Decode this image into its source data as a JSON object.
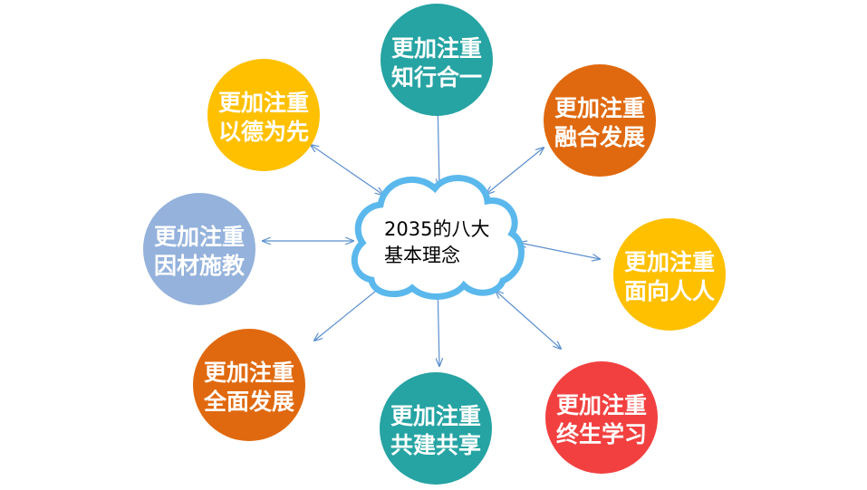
{
  "center": {
    "line1": "2035的八大",
    "line2": "基本理念",
    "cloud_stroke": "#5bb8ec"
  },
  "nodes": [
    {
      "id": "zhixing",
      "line1": "更加注重",
      "line2": "知行合一",
      "color": "#26a3a3"
    },
    {
      "id": "ronghe",
      "line1": "更加注重",
      "line2": "融合发展",
      "color": "#e0690f"
    },
    {
      "id": "mianxiang",
      "line1": "更加注重",
      "line2": "面向人人",
      "color": "#ffc000"
    },
    {
      "id": "zhongsheng",
      "line1": "更加注重",
      "line2": "终生学习",
      "color": "#f24040"
    },
    {
      "id": "gongjian",
      "line1": "更加注重",
      "line2": "共建共享",
      "color": "#26a3a3"
    },
    {
      "id": "quanmian",
      "line1": "更加注重",
      "line2": "全面发展",
      "color": "#e0690f"
    },
    {
      "id": "yincai",
      "line1": "更加注重",
      "line2": "因材施教",
      "color": "#94b2dc"
    },
    {
      "id": "yide",
      "line1": "更加注重",
      "line2": "以德为先",
      "color": "#ffc000"
    }
  ],
  "connector_color": "#5b8fcf"
}
